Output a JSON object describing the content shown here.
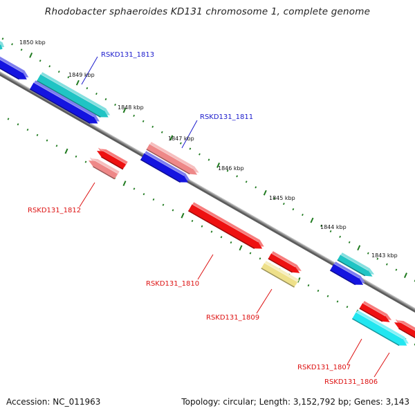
{
  "title": "Rhodobacter sphaeroides KD131 chromosome 1, complete genome",
  "footer": {
    "accession": "Accession: NC_011963",
    "summary": "Topology: circular; Length: 3,152,792 bp; Genes: 3,143"
  },
  "colors": {
    "backbone": "#8c8c8c",
    "tick": "#1f7a1f",
    "forward_label": "#1a1acc",
    "reverse_label": "#dd1111",
    "blue": "#1414e0",
    "teal": "#20c4c4",
    "red": "#ee1111",
    "pink": "#ee8888",
    "yellow": "#eee08a",
    "cyan": "#22e6f0"
  },
  "scale_labels": [
    "1850 kbp",
    "1849 kbp",
    "1848 kbp",
    "1847 kbp",
    "1846 kbp",
    "1845 kbp",
    "1844 kbp",
    "1843 kbp"
  ],
  "gene_labels": [
    {
      "text": "RSKD131_1813",
      "strand": "forward"
    },
    {
      "text": "RSKD131_1811",
      "strand": "forward"
    },
    {
      "text": "RSKD131_1812",
      "strand": "reverse"
    },
    {
      "text": "RSKD131_1810",
      "strand": "reverse"
    },
    {
      "text": "RSKD131_1809",
      "strand": "reverse"
    },
    {
      "text": "RSKD131_1807",
      "strand": "reverse"
    },
    {
      "text": "RSKD131_1806",
      "strand": "reverse"
    }
  ]
}
